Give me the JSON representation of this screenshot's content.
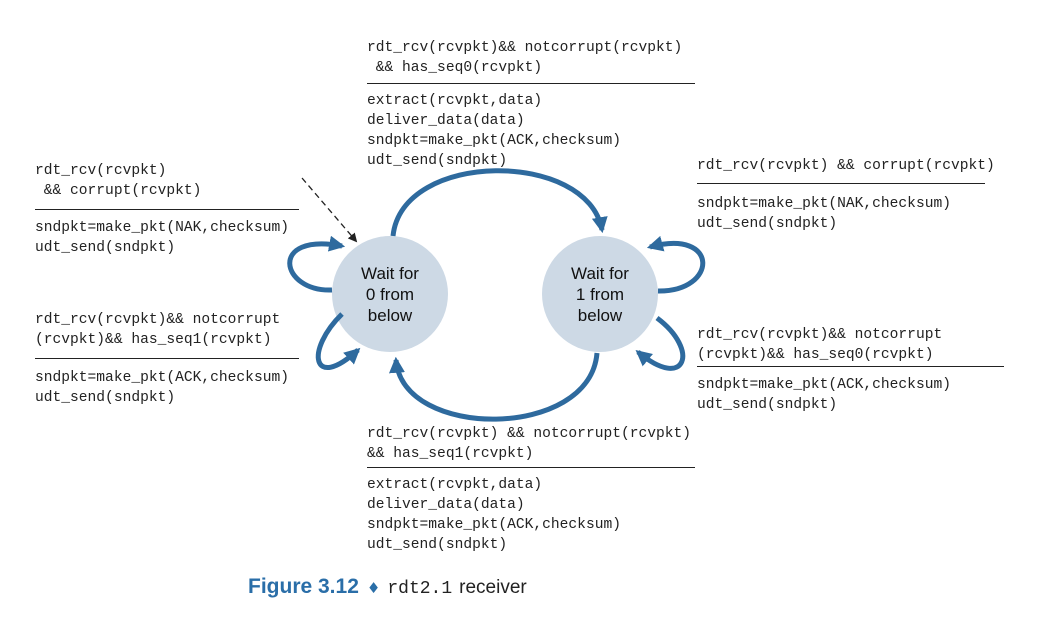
{
  "states": {
    "wait0": [
      "Wait for",
      "0 from",
      "below"
    ],
    "wait1": [
      "Wait for",
      "1 from",
      "below"
    ]
  },
  "transitions": {
    "top": {
      "event": [
        "rdt_rcv(rcvpkt)&& notcorrupt(rcvpkt)",
        " && has_seq0(rcvpkt)"
      ],
      "actions": [
        "extract(rcvpkt,data)",
        "deliver_data(data)",
        "sndpkt=make_pkt(ACK,checksum)",
        "udt_send(sndpkt)"
      ]
    },
    "left_upper": {
      "event": [
        "rdt_rcv(rcvpkt)",
        " && corrupt(rcvpkt)"
      ],
      "actions": [
        "sndpkt=make_pkt(NAK,checksum)",
        "udt_send(sndpkt)"
      ]
    },
    "left_lower": {
      "event": [
        "rdt_rcv(rcvpkt)&& notcorrupt",
        "(rcvpkt)&& has_seq1(rcvpkt)"
      ],
      "actions": [
        "sndpkt=make_pkt(ACK,checksum)",
        "udt_send(sndpkt)"
      ]
    },
    "right_upper": {
      "event": [
        "rdt_rcv(rcvpkt) && corrupt(rcvpkt)"
      ],
      "actions": [
        "sndpkt=make_pkt(NAK,checksum)",
        "udt_send(sndpkt)"
      ]
    },
    "right_lower": {
      "event": [
        "rdt_rcv(rcvpkt)&& notcorrupt",
        "(rcvpkt)&& has_seq0(rcvpkt)"
      ],
      "actions": [
        "sndpkt=make_pkt(ACK,checksum)",
        "udt_send(sndpkt)"
      ]
    },
    "bottom": {
      "event": [
        "rdt_rcv(rcvpkt) && notcorrupt(rcvpkt)",
        "&& has_seq1(rcvpkt)"
      ],
      "actions": [
        "extract(rcvpkt,data)",
        "deliver_data(data)",
        "sndpkt=make_pkt(ACK,checksum)",
        "udt_send(sndpkt)"
      ]
    }
  },
  "caption": {
    "figure": "Figure 3.12",
    "separator": "♦",
    "code": "rdt2.1",
    "text": "receiver"
  },
  "colors": {
    "state_fill": "#cdd9e5",
    "arrow": "#2e6a9e",
    "caption_accent": "#2a6ea8",
    "text": "#222222"
  }
}
